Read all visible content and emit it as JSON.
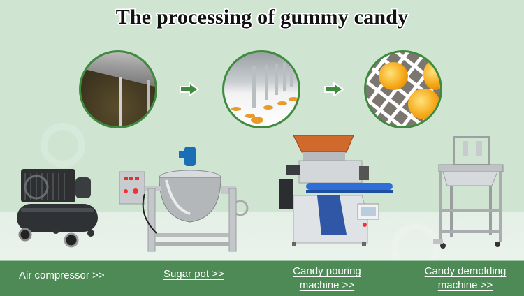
{
  "title": "The processing of gummy candy",
  "colors": {
    "background": "#cfe5d2",
    "floor": "#e6f0e8",
    "circle_border": "#3f8a3e",
    "arrow": "#3f8a3e",
    "bottom_bar": "#4e8a55",
    "link_text": "#ffffff"
  },
  "process_steps": [
    {
      "icon": "cooking-kettle-interior-photo",
      "description": "Sugar syrup cooking in kettle"
    },
    {
      "icon": "depositing-nozzles-photo",
      "description": "Syrup depositing into molds"
    },
    {
      "icon": "finished-gummies-photo",
      "description": "Finished gummy candies on tray"
    }
  ],
  "arrows": [
    "arrow-right-icon",
    "arrow-right-icon"
  ],
  "machines": [
    {
      "icon": "air-compressor-image"
    },
    {
      "icon": "sugar-pot-image"
    },
    {
      "icon": "candy-pouring-machine-image"
    },
    {
      "icon": "candy-demolding-machine-image"
    }
  ],
  "links": [
    {
      "line1": "Air compressor >>",
      "line2": ""
    },
    {
      "line1": "Sugar pot >>",
      "line2": ""
    },
    {
      "line1": "Candy pouring",
      "line2": "machine >>"
    },
    {
      "line1": "Candy demolding",
      "line2": "machine >>"
    }
  ]
}
